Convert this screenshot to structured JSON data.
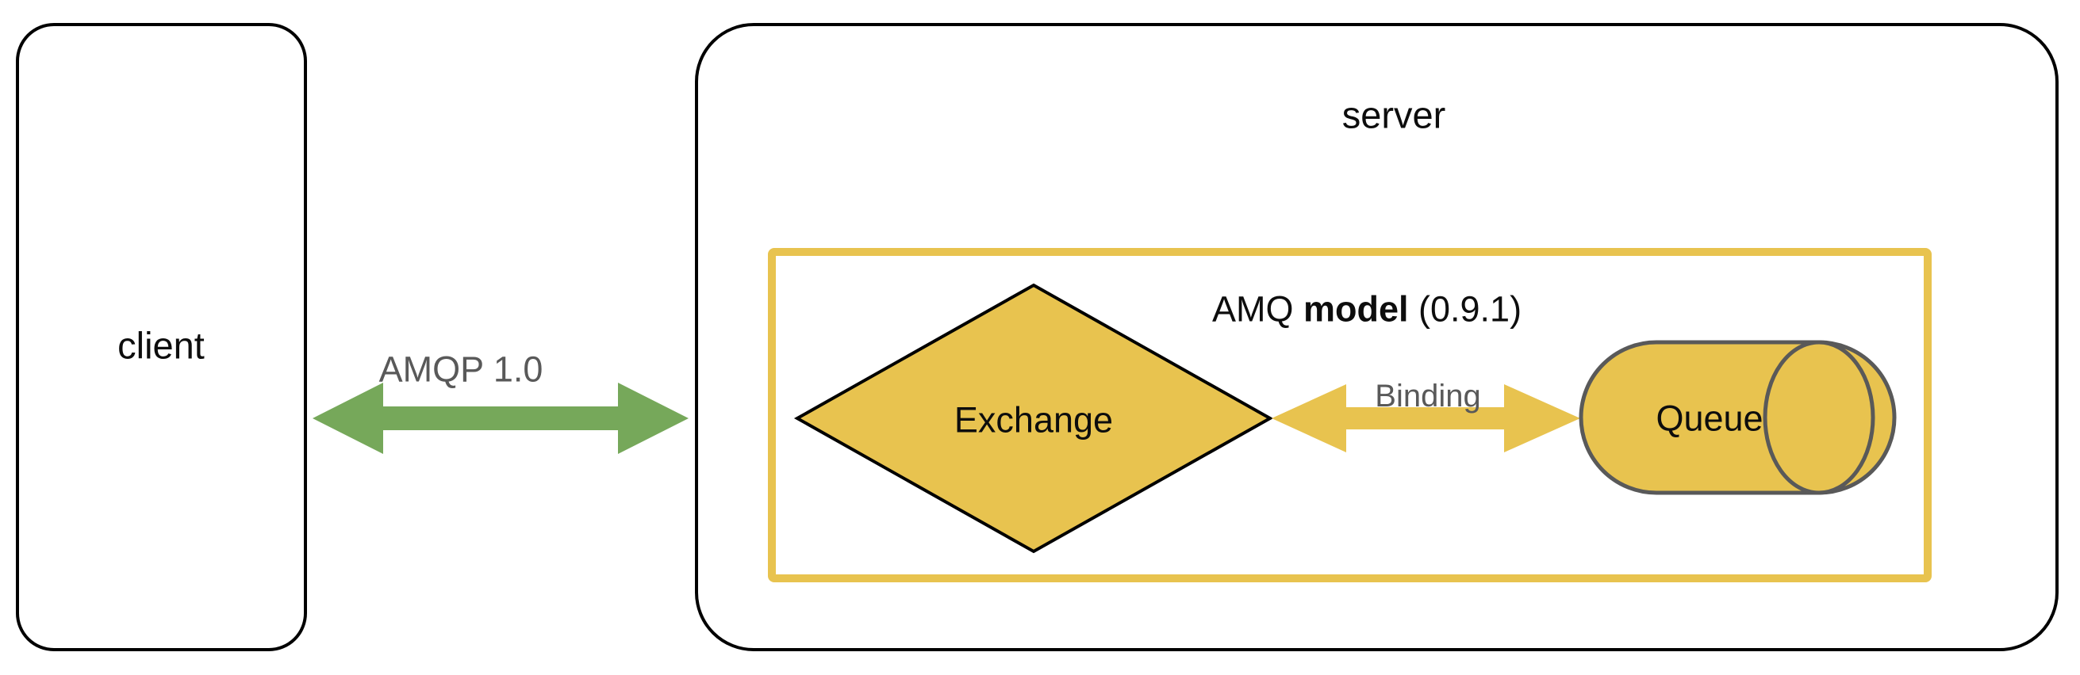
{
  "diagram": {
    "title_semantic": "AMQP client-server messaging model",
    "colors": {
      "shape_fill_yellow": "#E8C34F",
      "shape_stroke_black": "#000000",
      "cylinder_stroke_gray": "#595959",
      "arrow_green": "#76A85A",
      "arrow_yellow": "#E8C34F",
      "label_gray": "#595959",
      "box_stroke": "#000000",
      "background": "#FFFFFF"
    },
    "client_box": {
      "label": "client"
    },
    "server_box": {
      "label": "server"
    },
    "amq_model_box": {
      "label_prefix": "AMQ ",
      "label_bold": "model",
      "label_suffix": " (0.9.1)"
    },
    "exchange_node": {
      "label": "Exchange",
      "shape": "diamond"
    },
    "queue_node": {
      "label": "Queue",
      "shape": "cylinder"
    },
    "protocol_arrow": {
      "label": "AMQP 1.0",
      "direction": "bidirectional"
    },
    "binding_arrow": {
      "label": "Binding",
      "direction": "bidirectional"
    }
  }
}
